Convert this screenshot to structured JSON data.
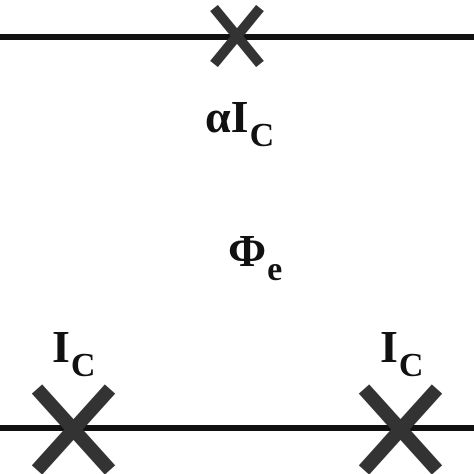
{
  "colors": {
    "wire": "#111111",
    "junction": "#333333",
    "background": "#ffffff"
  },
  "labels": {
    "top_junction": {
      "main": "αI",
      "sub": "C"
    },
    "flux": {
      "main": "Φ",
      "sub": "e"
    },
    "left_junction": {
      "main": "I",
      "sub": "C"
    },
    "right_junction": {
      "main": "I",
      "sub": "C"
    }
  }
}
